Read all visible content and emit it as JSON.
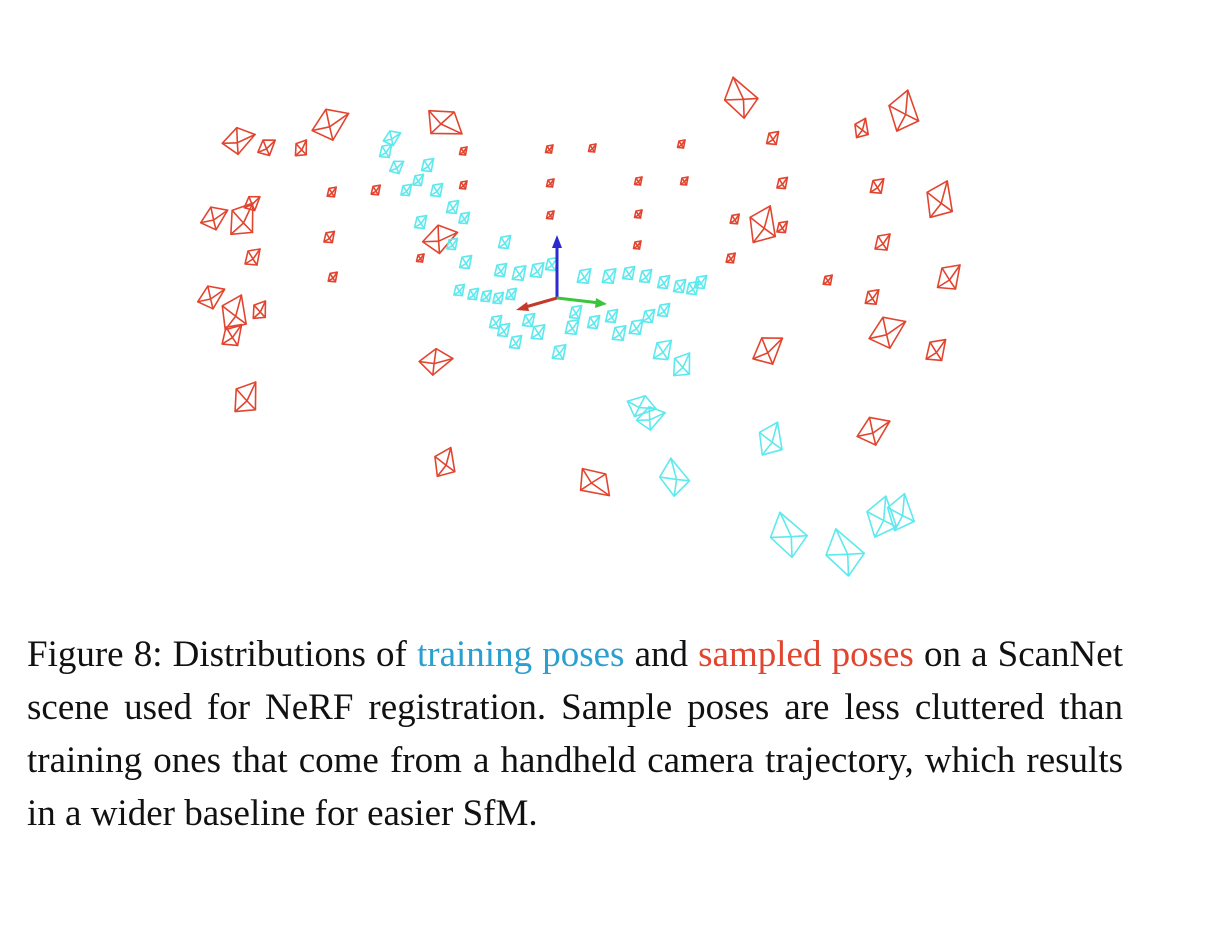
{
  "figure": {
    "colors": {
      "training": "#5ee9ee",
      "sampled": "#e2452f",
      "axis_x": "#c43a2a",
      "axis_y": "#3cc43c",
      "axis_z": "#2a2ad0"
    }
  },
  "caption": {
    "prefix": "Figure 8: Distributions of ",
    "training_term": "training poses",
    "connector": " and ",
    "sampled_term": "sampled poses",
    "body": " on a ScanNet scene used for NeRF registration.  Sample poses are less cluttered than training ones that come from a handheld camera trajectory, which results in a wider baseline for easier SfM."
  }
}
